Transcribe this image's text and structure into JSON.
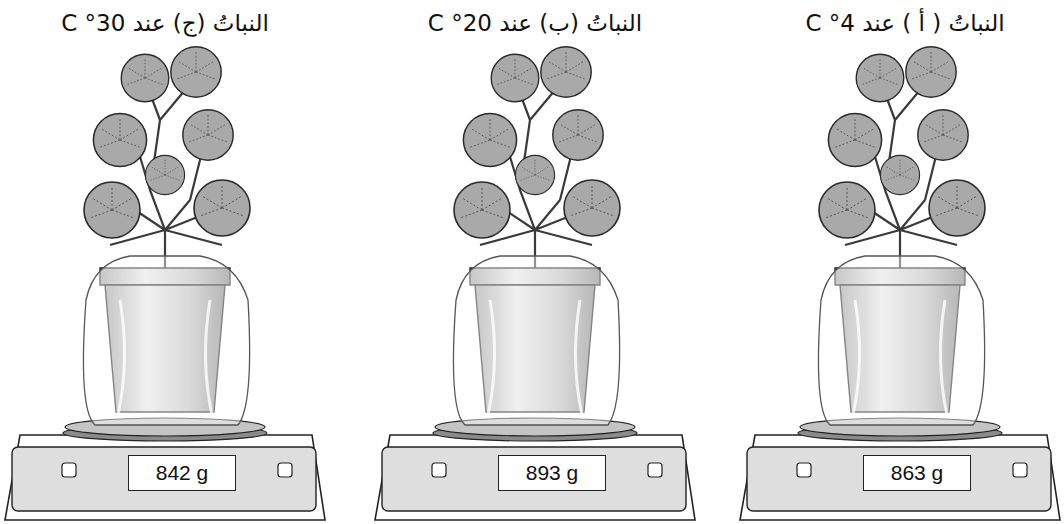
{
  "diagram": {
    "nodes": [
      {
        "text": [
          "863 g"
        ]
      },
      {
        "text": [
          "893 g"
        ]
      },
      {
        "text": [
          "842 g"
        ]
      }
    ],
    "labels": [
      "النباتُ ( أ ) عند 4° C",
      "النباتُ (ب) عند 20° C",
      "النباتُ (ج) عند 30° C"
    ]
  }
}
